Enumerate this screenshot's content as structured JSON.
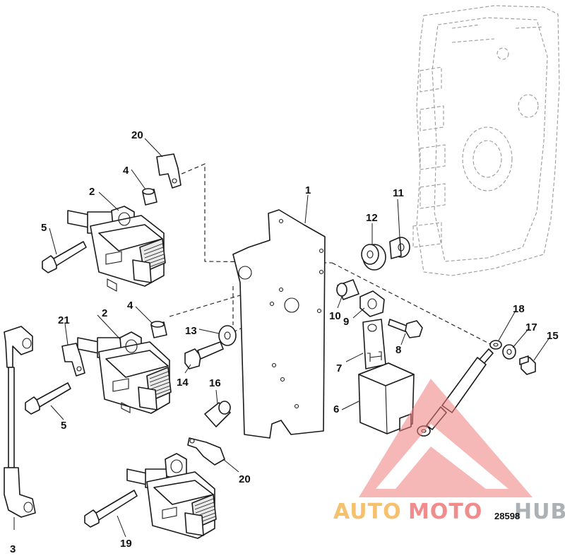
{
  "diagram": {
    "reference_number": "28598",
    "callouts": [
      "1",
      "2",
      "2",
      "3",
      "4",
      "4",
      "5",
      "5",
      "6",
      "7",
      "8",
      "9",
      "10",
      "11",
      "12",
      "13",
      "14",
      "15",
      "16",
      "17",
      "18",
      "19",
      "20",
      "20",
      "21"
    ]
  },
  "watermark": {
    "text_auto": "AUTO",
    "text_moto": "MOTO",
    "text_hub": "HUB",
    "colors": {
      "auto": "#f2b24a",
      "moto": "#ee6f6f",
      "hub": "#9ea3a8",
      "triangle": "#f07d7d"
    }
  }
}
